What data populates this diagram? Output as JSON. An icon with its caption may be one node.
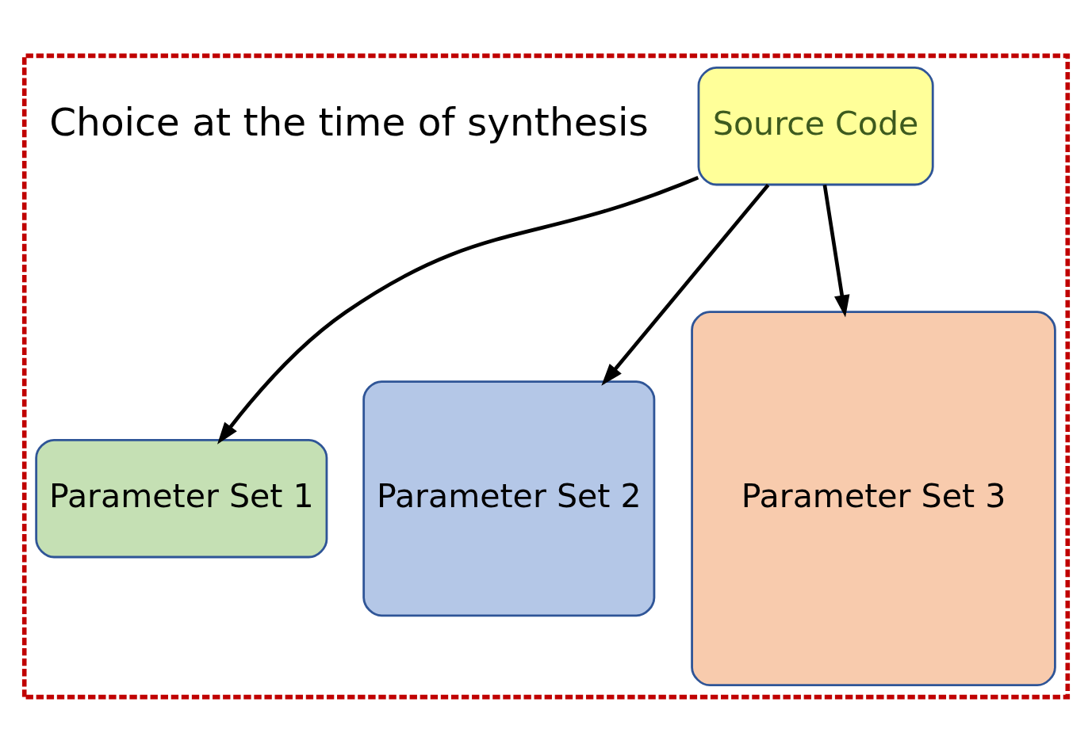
{
  "diagram": {
    "nodes": [
      {
        "text": [],
        "shape": "box"
      },
      {
        "text": [
          "Source Code"
        ],
        "in": 0
      },
      {
        "text": [
          "Parameter Set 1"
        ],
        "in": 0
      },
      {
        "text": [
          "Parameter Set 2"
        ],
        "in": 0
      },
      {
        "text": [
          "Parameter Set 3"
        ],
        "in": 0
      }
    ],
    "edges": [
      {
        "from": 1,
        "to": 2,
        "arrow": "to"
      },
      {
        "from": 1,
        "to": 3,
        "arrow": "to"
      },
      {
        "from": 1,
        "to": 4,
        "arrow": "to"
      }
    ],
    "labels": [
      "Choice at the time of synthesis"
    ]
  }
}
